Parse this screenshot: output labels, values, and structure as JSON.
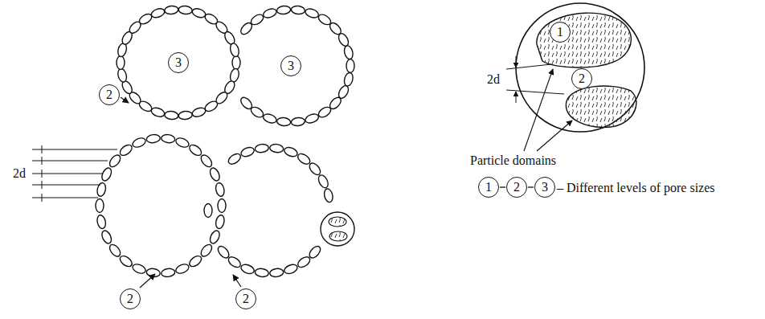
{
  "diagram": {
    "nodes": [
      {
        "text": [
          "3"
        ]
      },
      {
        "text": [
          "3"
        ]
      },
      {
        "text": [
          "2"
        ]
      },
      {
        "text": [
          "2"
        ]
      },
      {
        "text": [
          "2"
        ]
      },
      {
        "text": [
          "1"
        ]
      },
      {
        "text": [
          "2"
        ]
      },
      {
        "text": [
          "1"
        ]
      },
      {
        "text": [
          "2"
        ]
      },
      {
        "text": [
          "3"
        ]
      }
    ],
    "labels": [
      "2d",
      "2d",
      "Particle domains",
      "– Different levels of pore sizes"
    ]
  }
}
